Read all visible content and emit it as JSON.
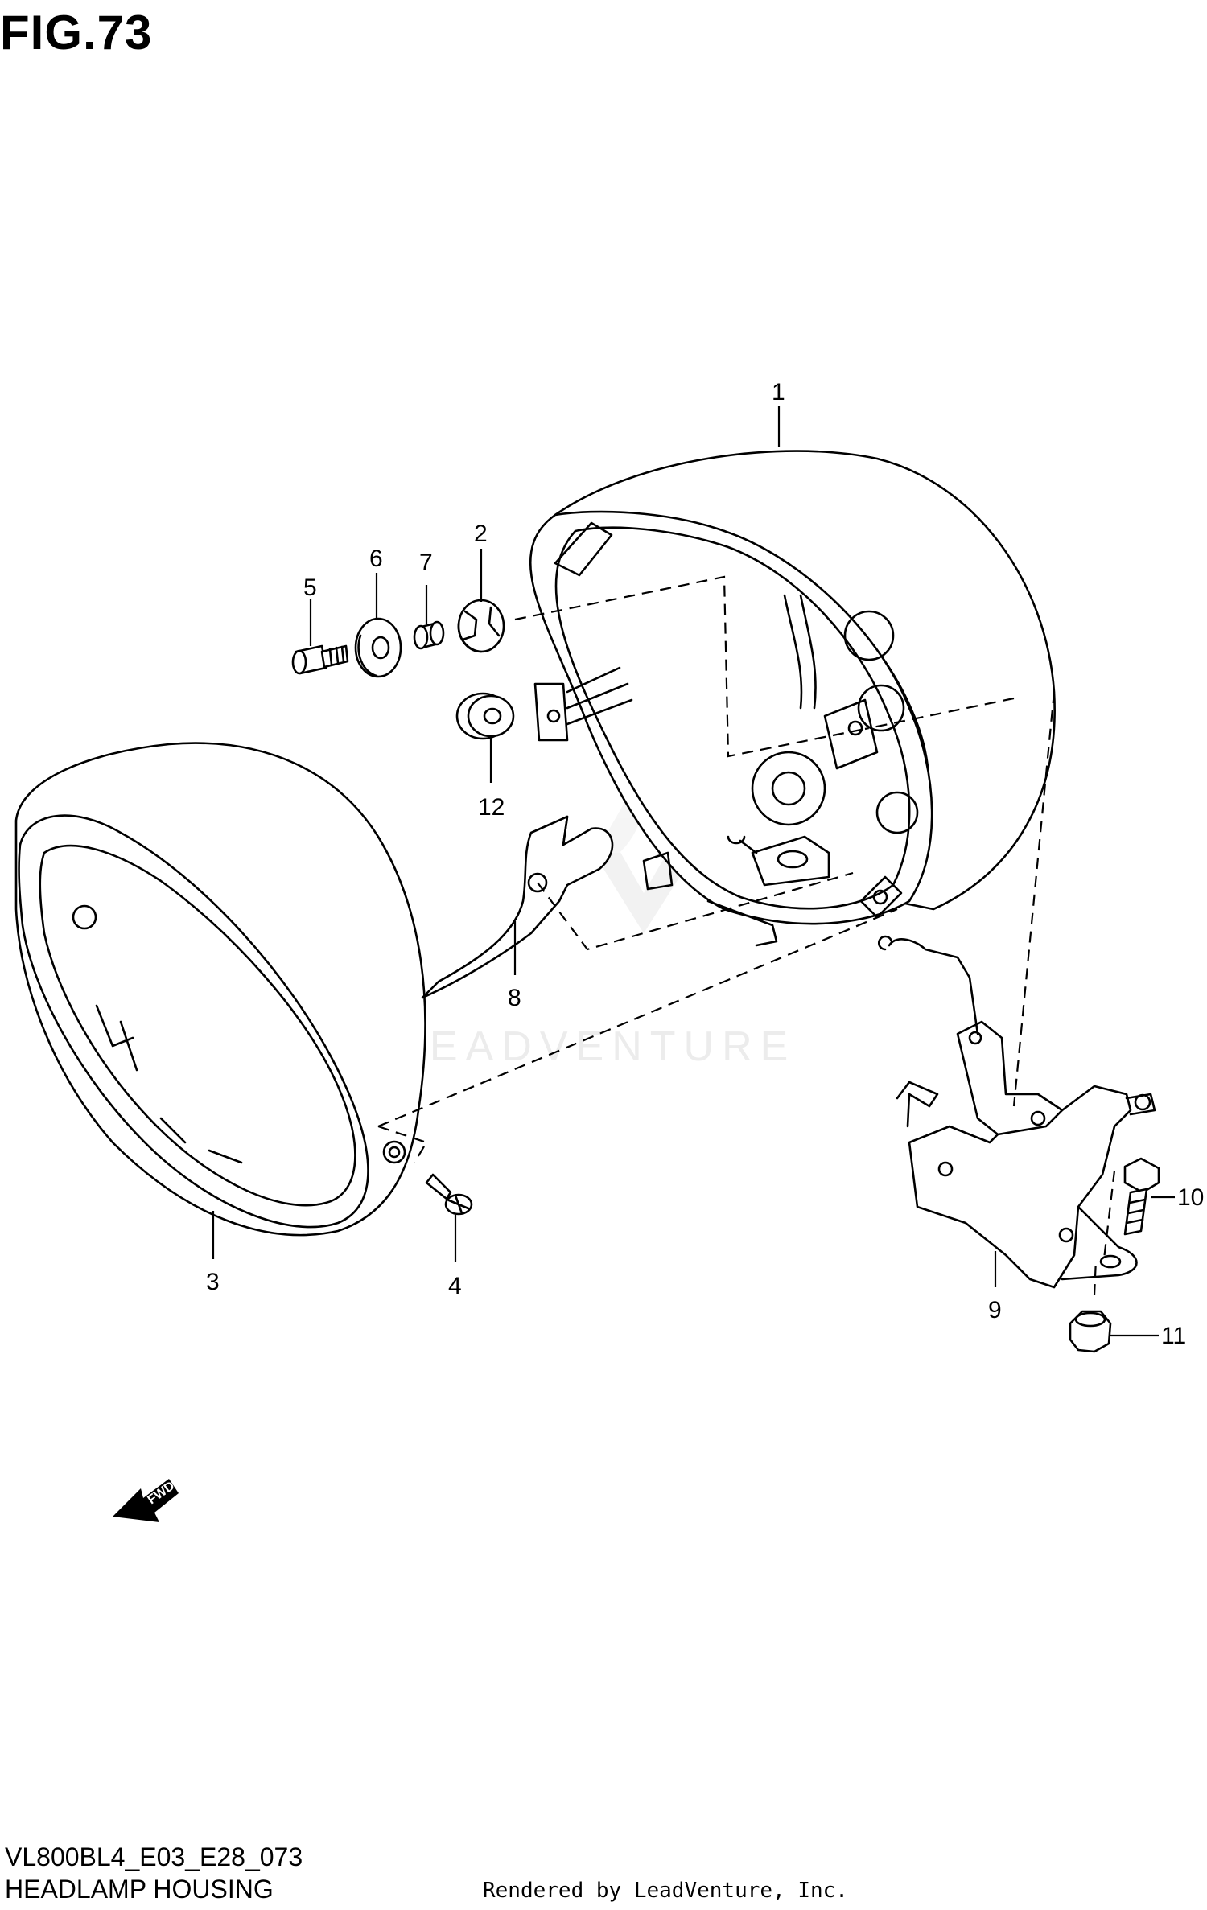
{
  "figure": {
    "title": "FIG.73",
    "code": "VL800BL4_E03_E28_073",
    "name": "HEADLAMP HOUSING",
    "rendered_by": "Rendered by LeadVenture, Inc.",
    "watermark": "LEADVENTURE",
    "direction_badge": "FWD"
  },
  "parts": [
    {
      "ref": "1"
    },
    {
      "ref": "2"
    },
    {
      "ref": "3"
    },
    {
      "ref": "4"
    },
    {
      "ref": "5"
    },
    {
      "ref": "6"
    },
    {
      "ref": "7"
    },
    {
      "ref": "8"
    },
    {
      "ref": "9"
    },
    {
      "ref": "10"
    },
    {
      "ref": "11"
    },
    {
      "ref": "12"
    }
  ],
  "colors": {
    "line": "#000000",
    "background": "#ffffff",
    "watermark": "#ececec"
  }
}
